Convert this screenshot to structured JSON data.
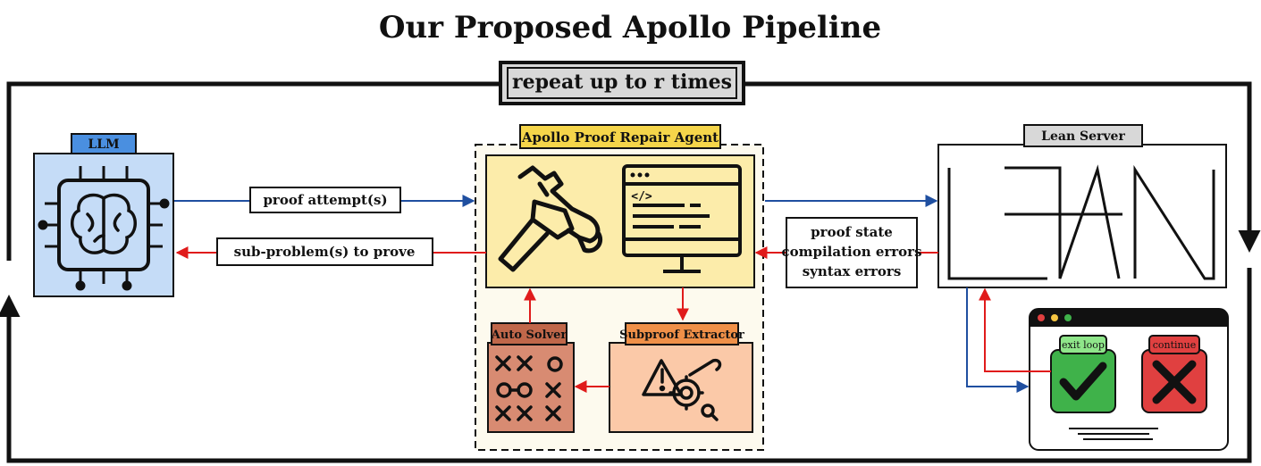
{
  "title": "Our Proposed Apollo Pipeline",
  "loop_label": "repeat up to r times",
  "nodes": {
    "llm": {
      "label": "LLM"
    },
    "agent": {
      "label": "Apollo Proof Repair Agent"
    },
    "lean": {
      "label": "Lean Server"
    },
    "auto_solver": {
      "label": "Auto Solver"
    },
    "subproof": {
      "label": "Subproof Extractor"
    }
  },
  "edges": {
    "proof_attempts": "proof attempt(s)",
    "sub_problems": "sub-problem(s) to prove",
    "feedback": [
      "proof state",
      "compilation errors",
      "syntax errors"
    ]
  },
  "decision": {
    "exit": "exit loop",
    "continue": "continue"
  },
  "colors": {
    "blue_arrow": "#1f4fa0",
    "red_arrow": "#e01b1b",
    "llm_fill": "#c5dcf7",
    "llm_tag": "#4a8fe0",
    "agent_fill": "#fcecaa",
    "agent_tag": "#f5d54a",
    "auto_fill": "#d88b72",
    "auto_tag": "#c0674a",
    "sub_fill": "#fbc9a8",
    "sub_tag": "#f09048",
    "green": "#3fb24a",
    "red": "#e04040"
  }
}
